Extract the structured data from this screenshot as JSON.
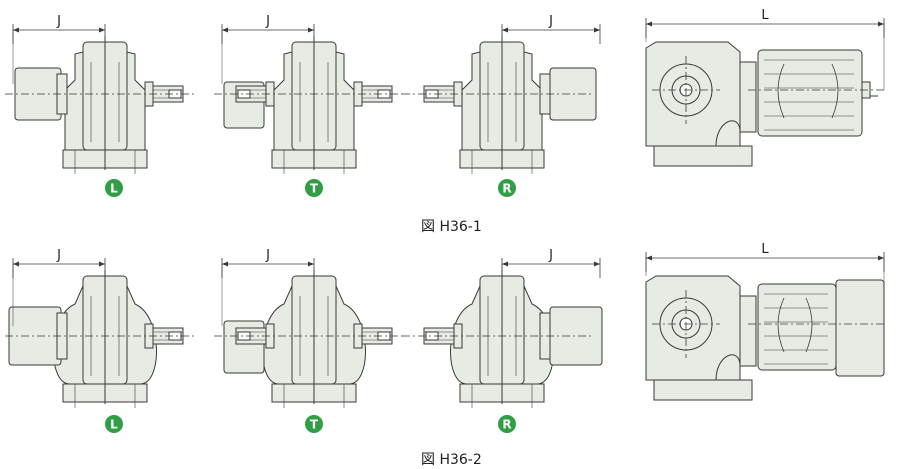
{
  "colors": {
    "body_fill": "#e6ebe3",
    "line": "#3a3a3a",
    "badge": "#2f9e44",
    "badge_text": "#ffffff"
  },
  "rows": [
    {
      "caption": "図 H36-1",
      "views": [
        {
          "id": "L",
          "dim_label": "J",
          "badge": "L",
          "shaft": "right"
        },
        {
          "id": "T",
          "dim_label": "J",
          "badge": "T",
          "shaft": "both"
        },
        {
          "id": "R",
          "dim_label": "J",
          "badge": "R",
          "shaft": "left"
        }
      ],
      "side_view": {
        "dim_label": "L"
      }
    },
    {
      "caption": "図 H36-2",
      "views": [
        {
          "id": "L",
          "dim_label": "J",
          "badge": "L",
          "shaft": "right"
        },
        {
          "id": "T",
          "dim_label": "J",
          "badge": "T",
          "shaft": "both"
        },
        {
          "id": "R",
          "dim_label": "J",
          "badge": "R",
          "shaft": "left"
        }
      ],
      "side_view": {
        "dim_label": "L"
      }
    }
  ]
}
